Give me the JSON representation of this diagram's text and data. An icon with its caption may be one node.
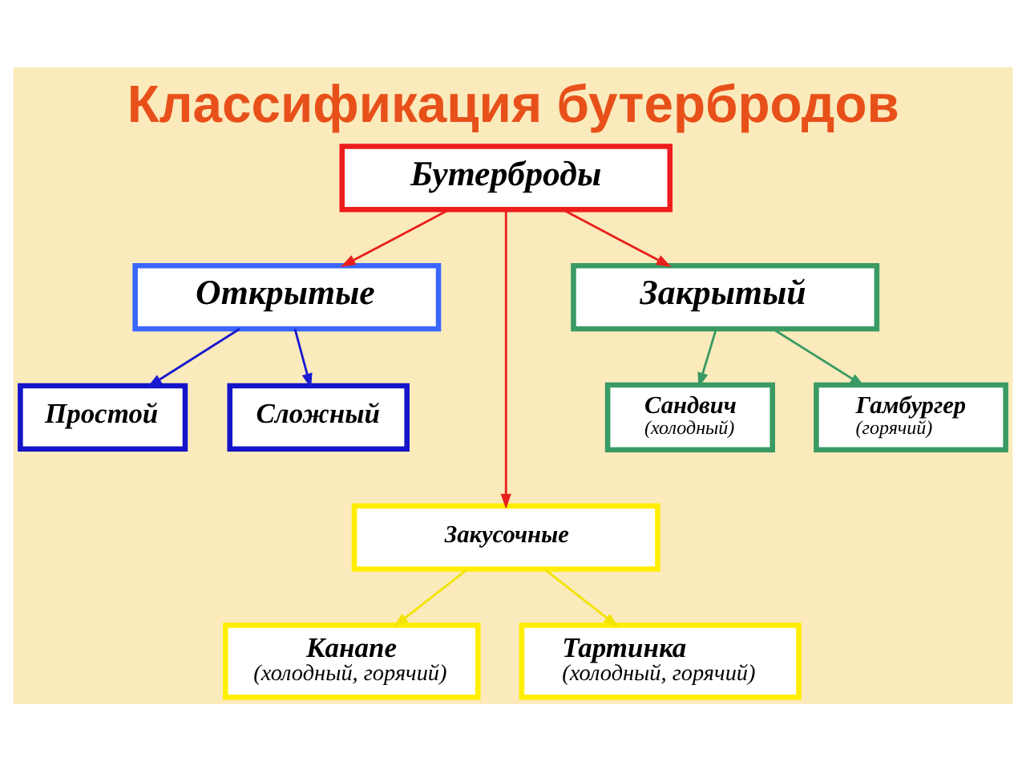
{
  "diagram": {
    "title": "Классификация бутербродов",
    "nodes": [
      {
        "text": [
          "Бутерброды"
        ]
      },
      {
        "text": [
          "Открытые"
        ]
      },
      {
        "text": [
          "Закрытый"
        ]
      },
      {
        "text": [
          "Простой"
        ]
      },
      {
        "text": [
          "Сложный"
        ]
      },
      {
        "text": [
          "Сандвич",
          "(холодный)"
        ]
      },
      {
        "text": [
          "Гамбургер",
          "(горячий)"
        ]
      },
      {
        "text": [
          "Закусочные"
        ]
      },
      {
        "text": [
          "Канапе",
          "(холодный, горячий)"
        ]
      },
      {
        "text": [
          "Тартинка",
          "(холодный, горячий)"
        ]
      }
    ],
    "edges": [
      {
        "from": 0,
        "to": 1,
        "arrow": "to",
        "color": "#e8201c"
      },
      {
        "from": 0,
        "to": 7,
        "arrow": "to",
        "color": "#e8201c"
      },
      {
        "from": 0,
        "to": 2,
        "arrow": "to",
        "color": "#e8201c"
      },
      {
        "from": 1,
        "to": 3,
        "arrow": "to",
        "color": "#1a1ad0"
      },
      {
        "from": 1,
        "to": 4,
        "arrow": "to",
        "color": "#1a1ad0"
      },
      {
        "from": 2,
        "to": 5,
        "arrow": "to",
        "color": "#3a9a64"
      },
      {
        "from": 2,
        "to": 6,
        "arrow": "to",
        "color": "#3a9a64"
      },
      {
        "from": 7,
        "to": 8,
        "arrow": "to",
        "color": "#f2e400"
      },
      {
        "from": 7,
        "to": 9,
        "arrow": "to",
        "color": "#f2e400"
      }
    ]
  }
}
